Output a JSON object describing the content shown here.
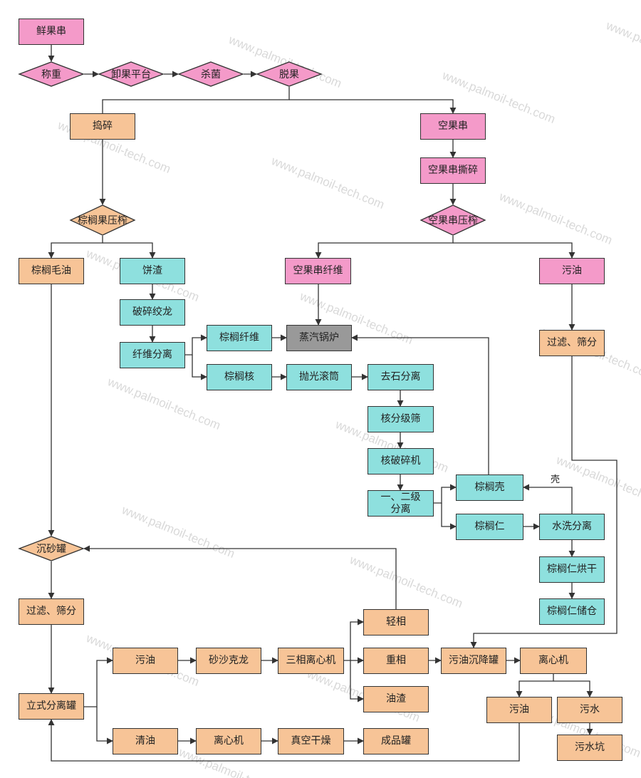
{
  "diagram": {
    "nodes": {
      "fresh_bunch": "鲜果串",
      "weigh": "称重",
      "unload": "卸果平台",
      "sterilize": "杀菌",
      "thresh": "脱果",
      "digest": "捣碎",
      "empty_bunch": "空果串",
      "empty_shred": "空果串撕碎",
      "empty_press": "空果串压榨",
      "fruit_press": "棕榈果压榨",
      "crude_oil": "棕榈毛油",
      "press_cake": "饼渣",
      "cake_breaker": "破碎绞龙",
      "fiber_sep": "纤维分离",
      "palm_fiber": "棕榈纤维",
      "boiler": "蒸汽锅炉",
      "efb_fiber": "空果串纤维",
      "efb_sludge": "污油",
      "efb_filter": "过滤、筛分",
      "nut": "棕榈核",
      "polish": "抛光滚筒",
      "destoner": "去石分离",
      "nut_grader": "核分级筛",
      "nut_cracker": "核破碎机",
      "ltds": "一、二级\n分离",
      "shell": "棕榈壳",
      "kernel": "棕榈仁",
      "hydrocyclone": "水洗分离",
      "kernel_dryer": "棕榈仁烘干",
      "kernel_silo": "棕榈仁储仓",
      "sand_trap": "沉砂罐",
      "filter": "过滤、筛分",
      "clarifier": "立式分离罐",
      "sludge": "污油",
      "desander": "砂沙克龙",
      "decanter": "三相离心机",
      "light": "轻相",
      "heavy": "重相",
      "solids": "油渣",
      "sludge_tank": "污油沉降罐",
      "centrifuge2": "离心机",
      "waste_oil": "污油",
      "waste_water": "污水",
      "waste_pit": "污水坑",
      "clean_oil": "清油",
      "purifier": "离心机",
      "vac_dryer": "真空干燥",
      "storage": "成品罐"
    },
    "edge_labels": {
      "shell_return": "壳"
    },
    "watermark": "www.palmoil-tech.com",
    "colors": {
      "pink": "#f49ac9",
      "orange": "#f7c497",
      "cyan": "#8ee0de",
      "gray": "#999999",
      "line": "#333333"
    }
  }
}
